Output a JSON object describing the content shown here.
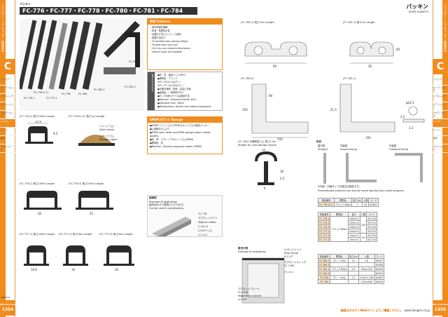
{
  "left_page": {
    "series_tag": "パッキン",
    "title": "FC-776・FC-777・FC-778・FC-780・FC-781・FC-784",
    "sidebar_vertical": "ファスナー・ドアキャッチ・開閉部品",
    "badge": "C",
    "nav_items": [
      "ファスナー",
      "ローラーロック",
      "ドアキャッチ",
      "ドアストッパー",
      "フロアーロック",
      "パッキン",
      "ヒンジ",
      "取手",
      "スライドレール"
    ],
    "page_num": {
      "label": "Miscellaneous",
      "num": "1354"
    },
    "photo_labels": {
      "fc776_1": "FC-776-1",
      "fc776_511": "FC-776-5-11",
      "fc777_1": "FC-777-1",
      "fc778": "FC-778",
      "fc784": "FC-784",
      "fc780_1": "FC-780-1",
      "fc781_1": "FC-781-1",
      "fc781_2": "FC-781-2"
    },
    "features": {
      "head": "特長 Features",
      "items": [
        "・扉の隙間を補填",
        "・防音・防塵防水性",
        "・必要な寸法にカットして使用",
        "・各種寸法あり",
        "・To facilitate door closing airtight",
        "・To keep warm and cool",
        "・Cut it to your required dimensions.",
        "・Various types are available."
      ]
    },
    "spec": {
      "label": "仕様 Specification",
      "items": [
        "●材　質：塩化ビニル(PVC)",
        "●標準色：ブラック",
        "※FC-776-5-11はグレー",
        "※FC-777-1(ロボ)はグレー",
        "●冷蔵冷凍庫・防雨・高温に不適",
        "●粘着品…一体成形(PVC)",
        "●FC-778系のサイズは現品寸法",
        "●Material : Polyvinylchloride (PVC)",
        "●Standard color : Black",
        "●Refrigerators, kitchen and medical equipment."
      ]
    },
    "epdm": {
      "head": "EPDMスポンジ Sponge",
      "items": [
        "●EPDMソリッドゴムとEPDMスポンジゴムの複合パッキン",
        "●上部取付けにより",
        "●EPDM solid rubber and EPDM sponge rubber molded gaskets.",
        "●材　質：エチレンプロピレンゴム(EPDM)",
        "●標準色：黒",
        "●Material : Ethylene propylene rubber (EPDM)"
      ]
    },
    "example": {
      "title": "使用例",
      "title_en": "Example of application",
      "note1": "組み合わせて使用いただけます。",
      "note2": "Can be used in combination.",
      "lbl1": "FC-778",
      "lbl2": "マグネットラバー",
      "lbl3": "Magnet rubber",
      "lbl4": "C-151-4",
      "lbl5": "(153ベース)",
      "lbl6": "パッキン"
    },
    "profiles": [
      {
        "name": "(FC-776-1)",
        "spec": "長さ100m",
        "en": "Length"
      },
      {
        "name": "(FC-776-5-11)",
        "spec": "長さ1m",
        "en": "Length"
      },
      {
        "name": "(FC-776-2)",
        "spec": "長さ100m",
        "en": "Length"
      },
      {
        "name": "(FC-776-3)",
        "spec": "長さ100m",
        "en": "Length"
      },
      {
        "name": "(FC-777-1)",
        "spec": "長さ100m",
        "en": "Length"
      },
      {
        "name": "(FC-777-2)",
        "spec": "長さ50m",
        "en": "Length"
      },
      {
        "name": "(FC-777-3)",
        "spec": "長さ50m",
        "en": "Length"
      }
    ],
    "profile_labels": {
      "solid": "ソリッドゴム",
      "solid_en": "Solid rubber",
      "sponge": "スポンジゴム",
      "sponge_en": "Sponge rubber"
    },
    "page_footer": "250527a"
  },
  "right_page": {
    "title": "パッキン",
    "title_en": "DOOR GASKETS",
    "badge": "C",
    "sidebar_vertical": "ファスナー・ドアキャッチ・開閉部品",
    "nav_items": [
      "ファスナー",
      "ローラーロック",
      "ドアキャッチ",
      "ドアストッパー",
      "フロアーロック",
      "パッキン",
      "ヒンジ",
      "取手",
      "スライドレール"
    ],
    "drawings": [
      {
        "name": "(FC-780-1)",
        "spec": "長さ10m",
        "en": "Length"
      },
      {
        "name": "(FC-781-1)",
        "spec": "長さ1m",
        "en": "Length"
      },
      {
        "name": "(FC-780-2)",
        "spec": "",
        "en": ""
      },
      {
        "name": "(FC-781-2)",
        "spec": "",
        "en": ""
      },
      {
        "name": "(FC-784)",
        "spec": "冷凍庫用ゴム 長さ2.5m",
        "en": "Rubber for cold storage vehicle"
      }
    ],
    "dims": {
      "d60": "60",
      "d40": "40",
      "d30": "30",
      "d150a": "150",
      "d150b": "150",
      "d150c": "150",
      "d60b": "60",
      "d21_5": "21.5",
      "d2_5": "2.5",
      "d14_5": "φ14.5",
      "d1_2": "1.2",
      "d33": "33",
      "d18": "18",
      "d2_5b": "2.5",
      "d6": "6"
    },
    "shape": {
      "title": "形状",
      "straight": "直付型",
      "straight_en": "Straight",
      "inward": "内曲型",
      "inward_en": "Inward-facing",
      "outward": "外曲型",
      "outward_en": "Outward-facing",
      "note1": "※外曲・内曲タイプは受注生産品です。",
      "note2": "Preventilated products can also be made starting from small amounts."
    },
    "table1": {
      "headers": [
        "商品番号",
        "標準色",
        "長さ(m)",
        "入数",
        "コード"
      ],
      "rows": [
        [
          "FC-776-5-11",
          "ブラック Black",
          "1",
          "40",
          "62891"
        ]
      ]
    },
    "table2": {
      "headers": [
        "商品番号",
        "標準色",
        "長さ",
        "入数",
        "Qty",
        "コード"
      ],
      "rows": [
        [
          "FC-776-1",
          "",
          "100m×1",
          "",
          "",
          "501740"
        ],
        [
          "FC-776-2",
          "",
          "100m×5",
          "",
          "",
          "501741"
        ],
        [
          "FC-776-3",
          "ブラック Black",
          "100m×5",
          "",
          "",
          "501744"
        ],
        [
          "FC-777-1",
          "",
          "100m×5",
          "",
          "",
          "501751"
        ],
        [
          "FC-777-2",
          "",
          "50m×5",
          "",
          "",
          "501752"
        ],
        [
          "FC-777-3",
          "",
          "50m×5",
          "",
          "",
          "501753"
        ]
      ],
      "groups": {
        "g1": "100",
        "g2": "50"
      }
    },
    "example": {
      "title": "取付け例",
      "title_en": "Example of installation",
      "lbl1": "ビポットヒンジ",
      "lbl2": "Pivot Hinge",
      "lbl3": "B-1117",
      "lbl4": "マグネットキャッチ",
      "lbl5": "FC-1760",
      "lbl6": "パッキン",
      "lbl7": "マグネットプレート",
      "lbl8": "FC-1760",
      "lbl9": "Magnet for cabinet",
      "lbl10": "A-1715"
    },
    "table3": {
      "headers": [
        "商品番号",
        "標準色",
        "長さ(m)",
        "入数",
        "コード"
      ],
      "rows": [
        [
          "FC-780-1",
          "グレー Gray",
          "10",
          "25",
          "62007"
        ],
        [
          "FC-780-2",
          "",
          "",
          "",
          "62008"
        ],
        [
          "FC-781-1",
          "ブラック Black",
          "2.5",
          "25m×250",
          "62009"
        ],
        [
          "FC-781-2",
          "",
          "",
          "",
          "62010"
        ],
        [
          "FC-784",
          "グレー Gray",
          "2.5",
          "2.5m×1,050",
          "62087"
        ],
        [
          "FC-784",
          "",
          "",
          "2.5m×850",
          "62041"
        ]
      ]
    },
    "footer_text": "価格はタキゲンWebサイトよりご確認ください。",
    "footer_url": "www.takigen.co.jp",
    "page_num": {
      "label": "Miscellaneous",
      "num": "1355"
    }
  }
}
